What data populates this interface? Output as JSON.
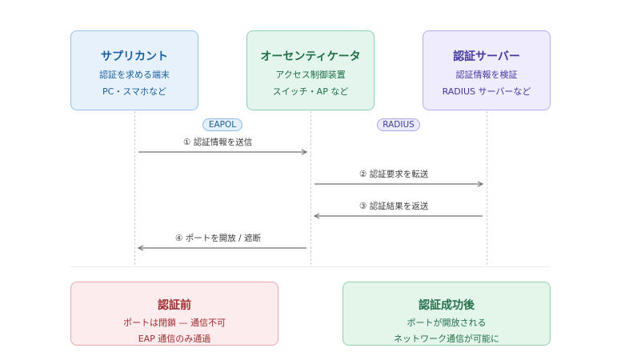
{
  "nodes": {
    "supplicant": {
      "title": "サプリカント",
      "lines": [
        "認証を求める端末",
        "PC・スマホなど"
      ]
    },
    "authenticator": {
      "title": "オーセンティケータ",
      "lines": [
        "アクセス制御装置",
        "スイッチ・AP など"
      ]
    },
    "server": {
      "title": "認証サーバー",
      "lines": [
        "認証情報を検証",
        "RADIUS サーバーなど"
      ]
    }
  },
  "protocols": {
    "eapol": "EAPOL",
    "radius": "RADIUS"
  },
  "messages": [
    {
      "label": "① 認証情報を送信",
      "from": "supplicant",
      "to": "authenticator"
    },
    {
      "label": "② 認証要求を転送",
      "from": "authenticator",
      "to": "server"
    },
    {
      "label": "③ 認証結果を返送",
      "from": "server",
      "to": "authenticator"
    },
    {
      "label": "④ ポートを開放 / 遮断",
      "from": "authenticator",
      "to": "supplicant"
    }
  ],
  "states": {
    "before": {
      "title": "認証前",
      "lines": [
        "ポートは閉鎖 — 通信不可",
        "EAP 通信のみ通過"
      ]
    },
    "after": {
      "title": "認証成功後",
      "lines": [
        "ポートが開放される",
        "ネットワーク通信が可能に"
      ]
    }
  },
  "colors": {
    "supplicant": "#1a5e9e",
    "authenticator": "#1d7046",
    "server": "#4436a2",
    "before": "#a02a2f",
    "after": "#23704a",
    "arrow": "#707070"
  }
}
